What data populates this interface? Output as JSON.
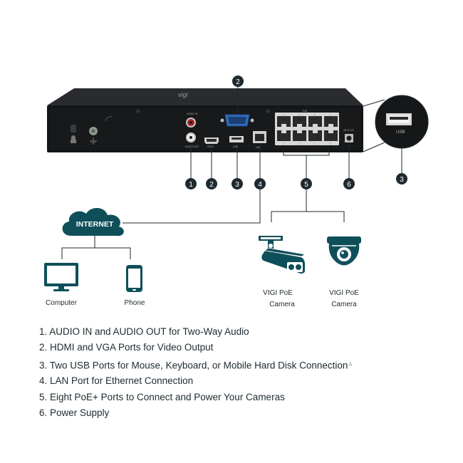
{
  "colors": {
    "teal": "#0f4f5a",
    "device": "#1a1b1d",
    "device_face": "#121314",
    "port_gray": "#c9c9c9",
    "audio_red": "#b0202a"
  },
  "device": {
    "brand_text": "vigi",
    "audio_in_label": "AUDIO IN",
    "audio_out_label": "AUDIO OUT",
    "hdmi_label": "HDMI",
    "usb_label": "USB",
    "lan_label": "LAN",
    "poe_label": "PoE",
    "power_label": "48.0V DC",
    "poe_port_numbers": [
      "1",
      "2",
      "3",
      "4",
      "5",
      "6",
      "7",
      "8"
    ]
  },
  "zoom": {
    "usb_label": "USB"
  },
  "callouts": [
    "1",
    "2",
    "3",
    "4",
    "5",
    "6"
  ],
  "network": {
    "internet_label": "INTERNET",
    "computer_label": "Computer",
    "phone_label": "Phone",
    "camera1_label_line1": "VIGI PoE",
    "camera1_label_line2": "Camera",
    "camera2_label_line1": "VIGI PoE",
    "camera2_label_line2": "Camera"
  },
  "features": [
    {
      "text": "1. AUDIO IN and AUDIO OUT for Two-Way Audio",
      "note": ""
    },
    {
      "text": "2. HDMI and VGA Ports for Video Output",
      "note": ""
    },
    {
      "text": "3. Two USB Ports for Mouse, Keyboard, or Mobile Hard Disk Connection",
      "note": "△"
    },
    {
      "text": "4. LAN Port for Ethernet Connection",
      "note": ""
    },
    {
      "text": "5. Eight PoE+ Ports to Connect and Power Your Cameras",
      "note": ""
    },
    {
      "text": "6. Power Supply",
      "note": ""
    }
  ]
}
